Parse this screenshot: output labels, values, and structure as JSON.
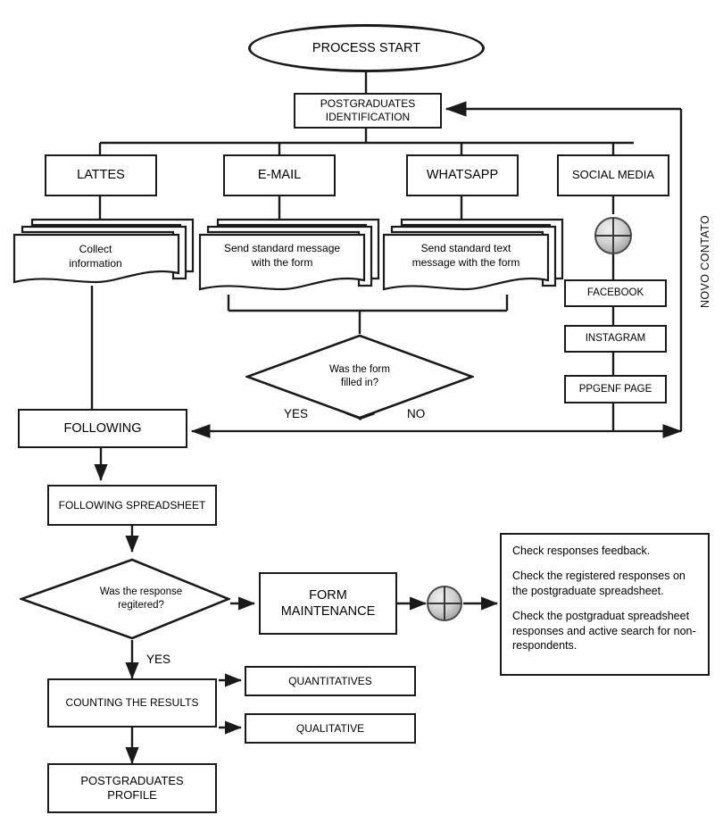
{
  "diagram": {
    "title": "Postgraduates identification and follow-up process flowchart",
    "side_label": "NOVO CONTATO",
    "colors": {
      "line": "#1a1a1a",
      "connector_fill": "#bdbdbd",
      "background": "#ffffff"
    }
  },
  "nodes": {
    "start": {
      "label": "PROCESS START",
      "shape": "oval"
    },
    "identification": {
      "label": "POSTGRADUATES\nIDENTIFICATION",
      "shape": "rect"
    },
    "lattes": {
      "label": "LATTES",
      "shape": "rect"
    },
    "email": {
      "label": "E-MAIL",
      "shape": "rect"
    },
    "whatsapp": {
      "label": "WHATSAPP",
      "shape": "rect"
    },
    "social_media": {
      "label": "SOCIAL MEDIA",
      "shape": "rect"
    },
    "collect_information": {
      "label": "Collect\ninformation",
      "shape": "multidocument"
    },
    "send_standard_message": {
      "label": "Send standard message\nwith the form",
      "shape": "multidocument"
    },
    "send_standard_text": {
      "label": "Send standard text\nmessage with the form",
      "shape": "multidocument"
    },
    "facebook": {
      "label": "FACEBOOK",
      "shape": "rect"
    },
    "instagram": {
      "label": "INSTAGRAM",
      "shape": "rect"
    },
    "ppgenf_page": {
      "label": "PPGENF PAGE",
      "shape": "rect"
    },
    "decision_form": {
      "label": "Was the form\nfilled in?",
      "shape": "diamond"
    },
    "following": {
      "label": "FOLLOWING",
      "shape": "rect"
    },
    "following_spreadsheet": {
      "label": "FOLLOWING SPREADSHEET",
      "shape": "rect"
    },
    "decision_response": {
      "label": "Was the response\nregitered?",
      "shape": "diamond"
    },
    "form_maintenance": {
      "label": "FORM\nMAINTENANCE",
      "shape": "rect"
    },
    "counting_results": {
      "label": "COUNTING THE RESULTS",
      "shape": "rect"
    },
    "quantitatives": {
      "label": "QUANTITATIVES",
      "shape": "rect"
    },
    "qualitative": {
      "label": "QUALITATIVE",
      "shape": "rect"
    },
    "postgraduates_profile": {
      "label": "POSTGRADUATES\nPROFILE",
      "shape": "rect"
    }
  },
  "edge_labels": {
    "form_yes": "YES",
    "form_no": "NO",
    "response_yes": "YES"
  },
  "note": {
    "lines": [
      "Check responses feedback.",
      "Check the registered responses on the postgraduate spreadsheet.",
      "Check the postgraduat spreadsheet responses and active search for non-respondents."
    ]
  },
  "connectors": {
    "social_media_merge": "cross-circle-connector",
    "form_maintenance_merge": "cross-circle-connector"
  }
}
